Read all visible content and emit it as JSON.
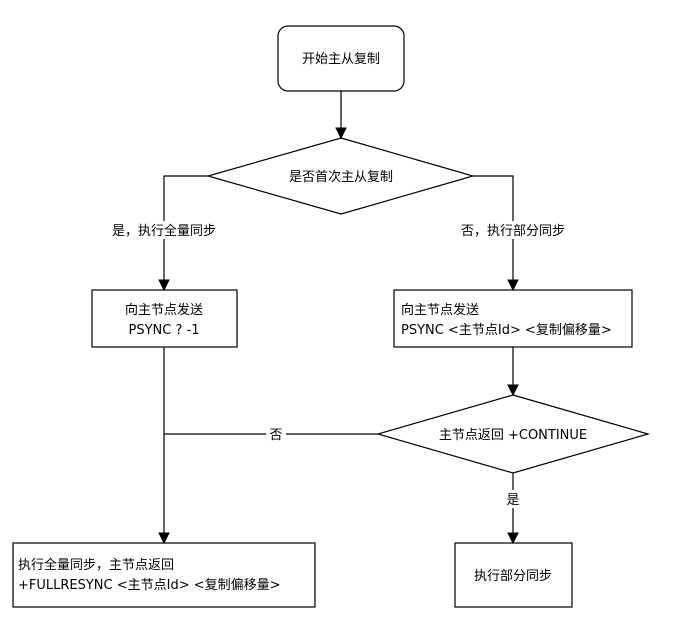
{
  "nodes": {
    "start": "开始主从复制",
    "first_time": "是否首次主从复制",
    "send_full": [
      "向主节点发送",
      "PSYNC ? -1"
    ],
    "send_partial": [
      "向主节点发送",
      "PSYNC <主节点Id> <复制偏移量>"
    ],
    "continue_check": "主节点返回 +CONTINUE",
    "full_sync": [
      "执行全量同步，主节点返回",
      "+FULLRESYNC <主节点Id> <复制偏移量>"
    ],
    "partial_sync": "执行部分同步"
  },
  "edges": {
    "yes_full": "是，执行全量同步",
    "no_partial": "否，执行部分同步",
    "no": "否",
    "yes": "是"
  }
}
